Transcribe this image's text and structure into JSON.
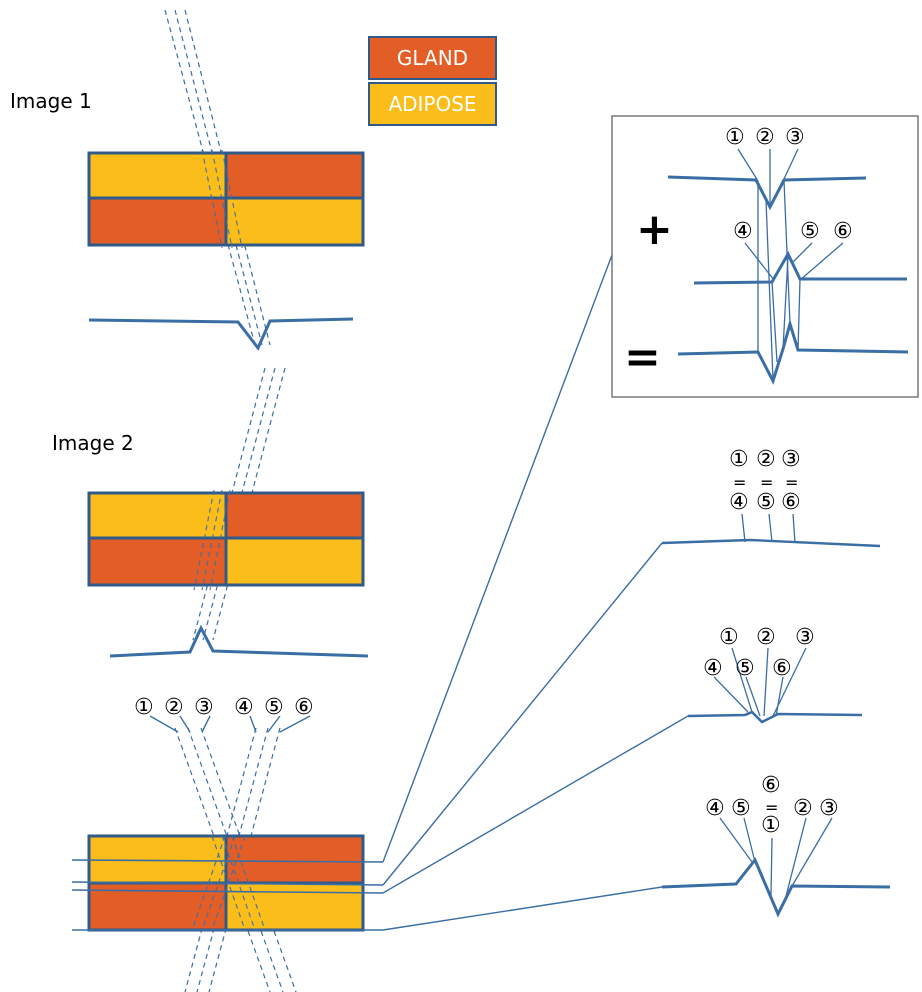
{
  "labels": {
    "image1": "Image 1",
    "image2": "Image 2"
  },
  "legend": {
    "gland": {
      "label": "GLAND",
      "color": "#e35d26"
    },
    "adipose": {
      "label": "ADIPOSE",
      "color": "#fbbd1a"
    }
  },
  "operators": {
    "plus": "+",
    "equals": "="
  },
  "markers": {
    "m1": "①",
    "m2": "②",
    "m3": "③",
    "m4": "④",
    "m5": "⑤",
    "m6": "⑥",
    "eq": "="
  },
  "colors": {
    "line": "#3b6ea5",
    "border": "#2f5a8a",
    "gland": "#e35d26",
    "adipose": "#fbbd1a"
  }
}
